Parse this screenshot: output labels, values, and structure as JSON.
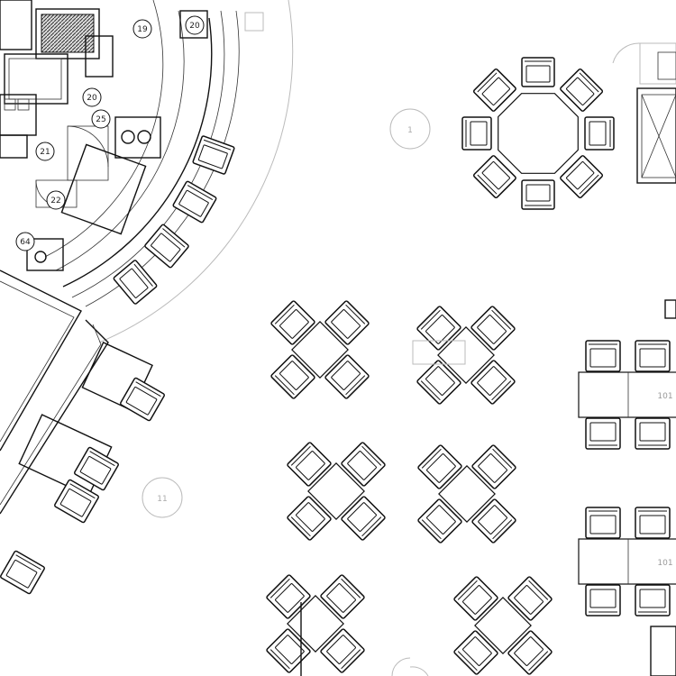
{
  "plan": {
    "kitchen_tags": [
      "19",
      "20",
      "20",
      "21",
      "22",
      "25",
      "64"
    ],
    "column_tags": [
      "1",
      "11",
      ""
    ],
    "table_tags": [
      "101",
      "101"
    ]
  },
  "colors": {
    "line": "#111111",
    "faint": "#bbbbbb",
    "background": "#ffffff"
  }
}
